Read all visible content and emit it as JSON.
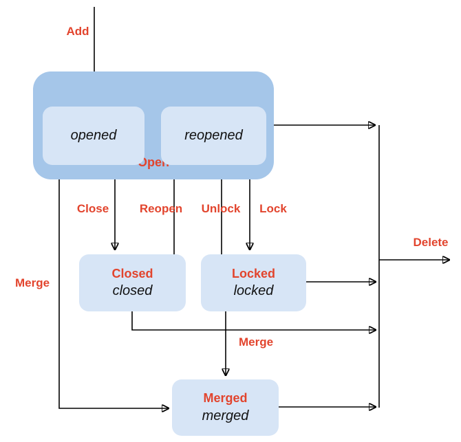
{
  "diagram": {
    "type": "state-transition-diagram",
    "colors": {
      "group_fill": "#a5c6e9",
      "state_fill": "#d7e5f6",
      "label_red": "#e2442d",
      "line": "#000000",
      "background": "#ffffff"
    },
    "nodes": {
      "open": {
        "title": "Open",
        "substates": [
          {
            "name": "opened"
          },
          {
            "name": "reopened"
          }
        ]
      },
      "closed": {
        "title": "Closed",
        "state": "closed"
      },
      "locked": {
        "title": "Locked",
        "state": "locked"
      },
      "merged": {
        "title": "Merged",
        "state": "merged"
      }
    },
    "edge_labels": {
      "add": "Add",
      "close": "Close",
      "reopen": "Reopen",
      "unlock": "Unlock",
      "lock": "Lock",
      "merge_left": "Merge",
      "merge_mid": "Merge",
      "delete": "Delete"
    },
    "edges": [
      {
        "label": "Add",
        "from": "start",
        "to": "opened"
      },
      {
        "label": "Close",
        "from": "Open",
        "to": "Closed"
      },
      {
        "label": "Reopen",
        "from": "Closed",
        "to": "reopened"
      },
      {
        "label": "Unlock",
        "from": "Locked",
        "to": "reopened"
      },
      {
        "label": "Lock",
        "from": "Open",
        "to": "Locked"
      },
      {
        "label": "Merge",
        "from": "Open",
        "to": "Merged"
      },
      {
        "label": "Merge",
        "from": "Locked",
        "to": "Merged"
      },
      {
        "label": "",
        "from": "Closed",
        "to": "Merged-line"
      },
      {
        "label": "Delete",
        "from": "Open/Closed/Locked/Merged",
        "to": "end"
      }
    ]
  }
}
